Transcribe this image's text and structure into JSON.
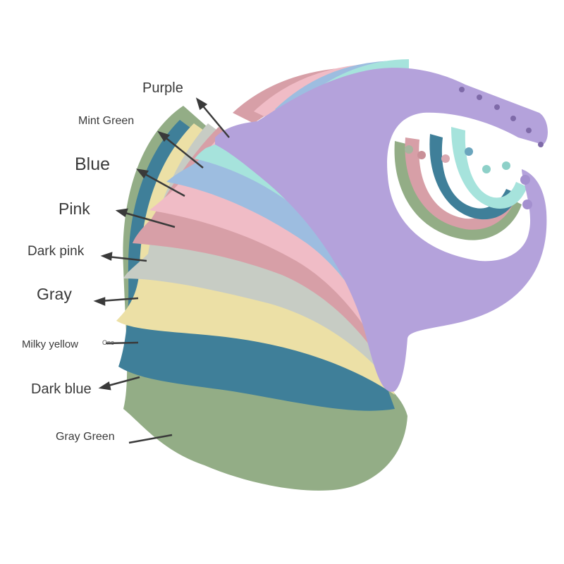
{
  "labels": {
    "purple": "Purple",
    "mint_green": "Mint Green",
    "blue": "Blue",
    "pink": "Pink",
    "dark_pink": "Dark pink",
    "gray": "Gray",
    "milky_yellow": "Milky yellow",
    "one": "One",
    "dark_blue": "Dark blue",
    "gray_green": "Gray Green"
  },
  "colors": {
    "purple": "#b4a2db",
    "mint_green": "#a6e3dc",
    "blue": "#9dbde0",
    "pink": "#f0bcc6",
    "dark_pink": "#d79fa7",
    "gray": "#c7ccc4",
    "milky_yellow": "#ece0a6",
    "dark_blue": "#3f7f99",
    "gray_green": "#93ad86",
    "arrow": "#3a3a3a"
  }
}
